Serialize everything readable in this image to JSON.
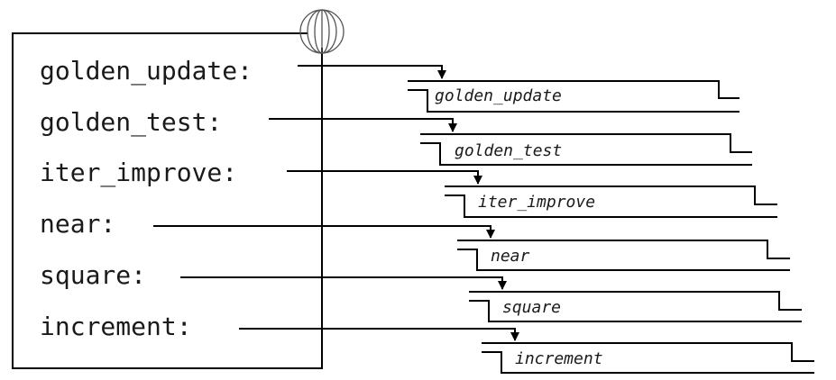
{
  "frame": {
    "globe_icon": "globe-icon",
    "bindings": [
      {
        "name": "golden_update:",
        "function": "golden_update"
      },
      {
        "name": "golden_test:",
        "function": "golden_test"
      },
      {
        "name": "iter_improve:",
        "function": "iter_improve"
      },
      {
        "name": "near:",
        "function": "near"
      },
      {
        "name": "square:",
        "function": "square"
      },
      {
        "name": "increment:",
        "function": "increment"
      }
    ]
  }
}
